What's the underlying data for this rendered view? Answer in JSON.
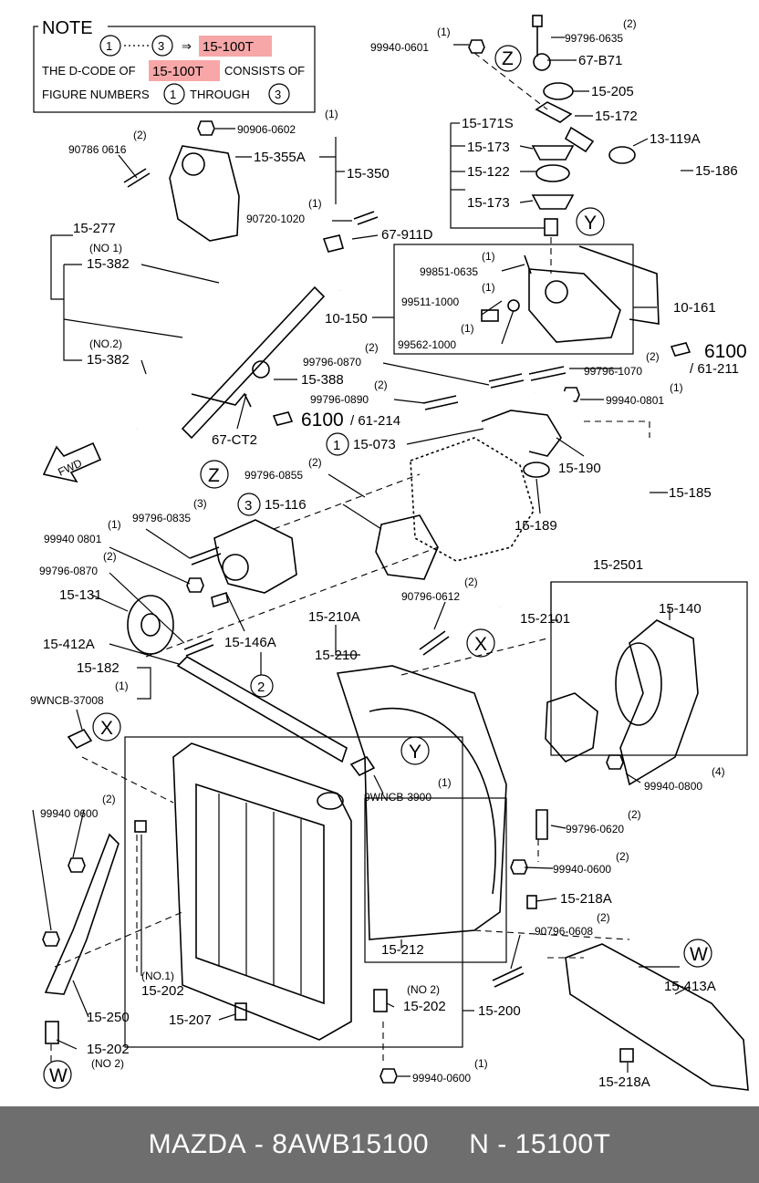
{
  "note": {
    "title": "NOTE",
    "line1_from": "1",
    "line1_to": "3",
    "line1_code": "15-100T",
    "line2_a": "THE D-CODE OF",
    "line2_code": "15-100T",
    "line2_b": "CONSISTS OF",
    "line3_a": "FIGURE NUMBERS",
    "line3_from": "1",
    "line3_b": "THROUGH",
    "line3_to": "3",
    "highlight_color": "#f7a7a7"
  },
  "callouts": {
    "Z": "Z",
    "Y": "Y",
    "X": "X",
    "W": "W",
    "one": "1",
    "two": "2",
    "three": "3"
  },
  "labels": {
    "p99940_0601": "99940-0601",
    "q99940_0601": "(1)",
    "p99796_0635": "99796-0635",
    "q99796_0635": "(2)",
    "p67_B71": "67-B71",
    "p15_205": "15-205",
    "p15_171S": "15-171S",
    "p15_172": "15-172",
    "p13_119A": "13-119A",
    "p15_173a": "15-173",
    "p15_122": "15-122",
    "p15_173b": "15-173",
    "p15_186": "15-186",
    "p90906_0602": "90906-0602",
    "q90906_0602": "(1)",
    "p90786_0616": "90786 0616",
    "q90786_0616": "(2)",
    "p15_355A": "15-355A",
    "p15_350": "15-350",
    "p90720_1020": "90720-1020",
    "q90720_1020": "(1)",
    "p67_911D": "67-911D",
    "p15_277": "15-277",
    "no1_382": "(NO 1)",
    "p15_382a": "15-382",
    "p99851_0635": "99851-0635",
    "q99851_0635": "(1)",
    "p99511_1000": "99511-1000",
    "q99511_1000": "(1)",
    "p99562_1000": "99562-1000",
    "q99562_1000": "(1)",
    "p10_161": "10-161",
    "p10_150": "10-150",
    "no2_382": "(NO.2)",
    "p15_382b": "15-382",
    "p99796_0870a": "99796-0870",
    "q99796_0870a": "(2)",
    "p6100a": "6100",
    "p61_211": "/ 61-211",
    "p99796_1070": "99796-1070",
    "q99796_1070": "(2)",
    "p15_388": "15-388",
    "p99796_0890": "99796-0890",
    "q99796_0890": "(2)",
    "p99940_0801a": "99940-0801",
    "q99940_0801a": "(1)",
    "p6100b": "6100",
    "p61_214": "/ 61-214",
    "p67_CT2": "67-CT2",
    "p15_073": "15-073",
    "fwd": "FWD",
    "p99796_0855": "99796-0855",
    "q99796_0855": "(2)",
    "p15_190": "15-190",
    "p15_185": "15-185",
    "p15_116": "15-116",
    "p99796_0835": "99796-0835",
    "q99796_0835": "(3)",
    "p15_189": "15-189",
    "p99940_0801b": "99940 0801",
    "q99940_0801b": "(1)",
    "p99796_0870b": "99796-0870",
    "q99796_0870b": "(2)",
    "p15_2501": "15-2501",
    "p90796_0612": "90796-0612",
    "q90796_0612": "(2)",
    "p15_131": "15-131",
    "p15_140": "15-140",
    "p15_2101": "15-2101",
    "p15_210A": "15-210A",
    "p15_412A": "15-412A",
    "p15_146A": "15-146A",
    "p15_210": "15-210",
    "p15_182": "15-182",
    "p9WNCB_37008": "9WNCB-37008",
    "q9WNCB_37008": "(1)",
    "p99940_0800": "99940-0800",
    "q99940_0800": "(4)",
    "p9WNCB_3900": "9WNCB-3900",
    "q9WNCB_3900": "(1)",
    "p99796_0620": "99796-0620",
    "q99796_0620": "(2)",
    "p99940_0600a": "99940 0600",
    "q99940_0600a": "(2)",
    "p99940_0600b": "99940-0600",
    "q99940_0600b": "(2)",
    "p15_218Aa": "15-218A",
    "p90796_0608": "90796-0608",
    "q90796_0608": "(2)",
    "p15_212": "15-212",
    "no1_202": "(NO.1)",
    "p15_202a": "15-202",
    "p15_413A": "15-413A",
    "no2_202a": "(NO 2)",
    "p15_202b": "15-202",
    "p15_200": "15-200",
    "p15_250": "15-250",
    "p15_207": "15-207",
    "p15_202c": "15-202",
    "no2_202b": "(NO 2)",
    "p15_218Ab": "15-218A",
    "p99940_0600c": "99940-0600",
    "q99940_0600c": "(1)"
  },
  "footer": {
    "brand": "MAZDA",
    "sep1": " - ",
    "part_number": "8AWB15100",
    "gap": "     ",
    "n": "N",
    "sep2": " - ",
    "code": "15100T",
    "background": "#6e6e6e"
  }
}
